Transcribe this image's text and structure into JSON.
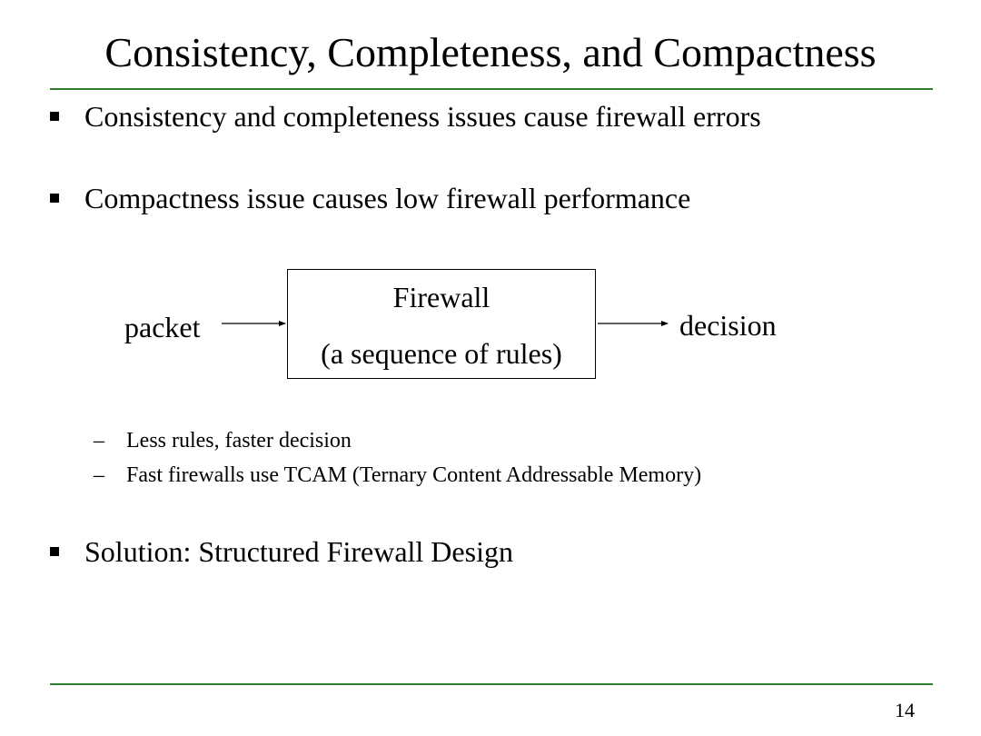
{
  "slide": {
    "title": "Consistency, Completeness, and Compactness",
    "bullets": [
      "Consistency and completeness issues cause firewall errors",
      "Compactness issue causes low firewall performance",
      "Solution: Structured Firewall Design"
    ],
    "sub_bullets": [
      "Less rules, faster decision",
      "Fast firewalls use TCAM (Ternary Content Addressable Memory)"
    ],
    "dash": "–",
    "page_number": "14"
  },
  "diagram": {
    "input_label": "packet",
    "box_line1": "Firewall",
    "box_line2": "(a sequence of rules)",
    "output_label": "decision"
  },
  "colors": {
    "rule": "#2e7a2e",
    "text": "#000000"
  }
}
